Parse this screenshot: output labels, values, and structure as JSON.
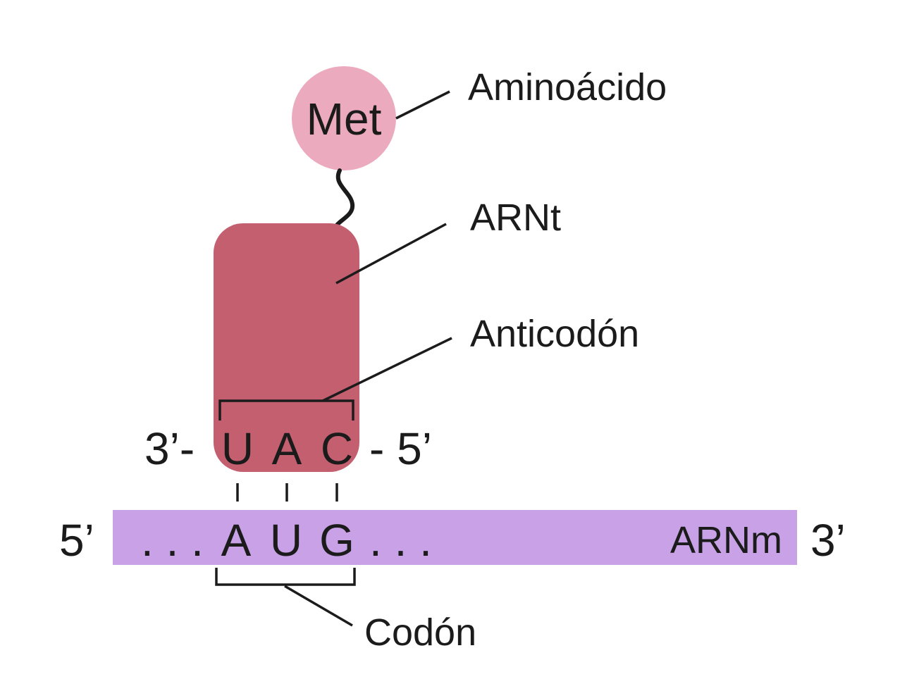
{
  "labels": {
    "amino_acid_label": "Aminoácido",
    "trna_label": "ARNt",
    "anticodon_label": "Anticodón",
    "codon_label": "Codón",
    "mrna_label": "ARNm"
  },
  "amino_acid": {
    "name": "Met",
    "color": "#ecaabe"
  },
  "trna": {
    "color": "#c45f70",
    "end_left": "3’-",
    "end_right": "- 5’",
    "anticodon": [
      "U",
      "A",
      "C"
    ]
  },
  "mrna": {
    "color": "#c8a1e6",
    "end_left": "5’",
    "end_right": "3’",
    "leading": ". . .",
    "trailing": ". . .",
    "codon": [
      "A",
      "U",
      "G"
    ]
  }
}
